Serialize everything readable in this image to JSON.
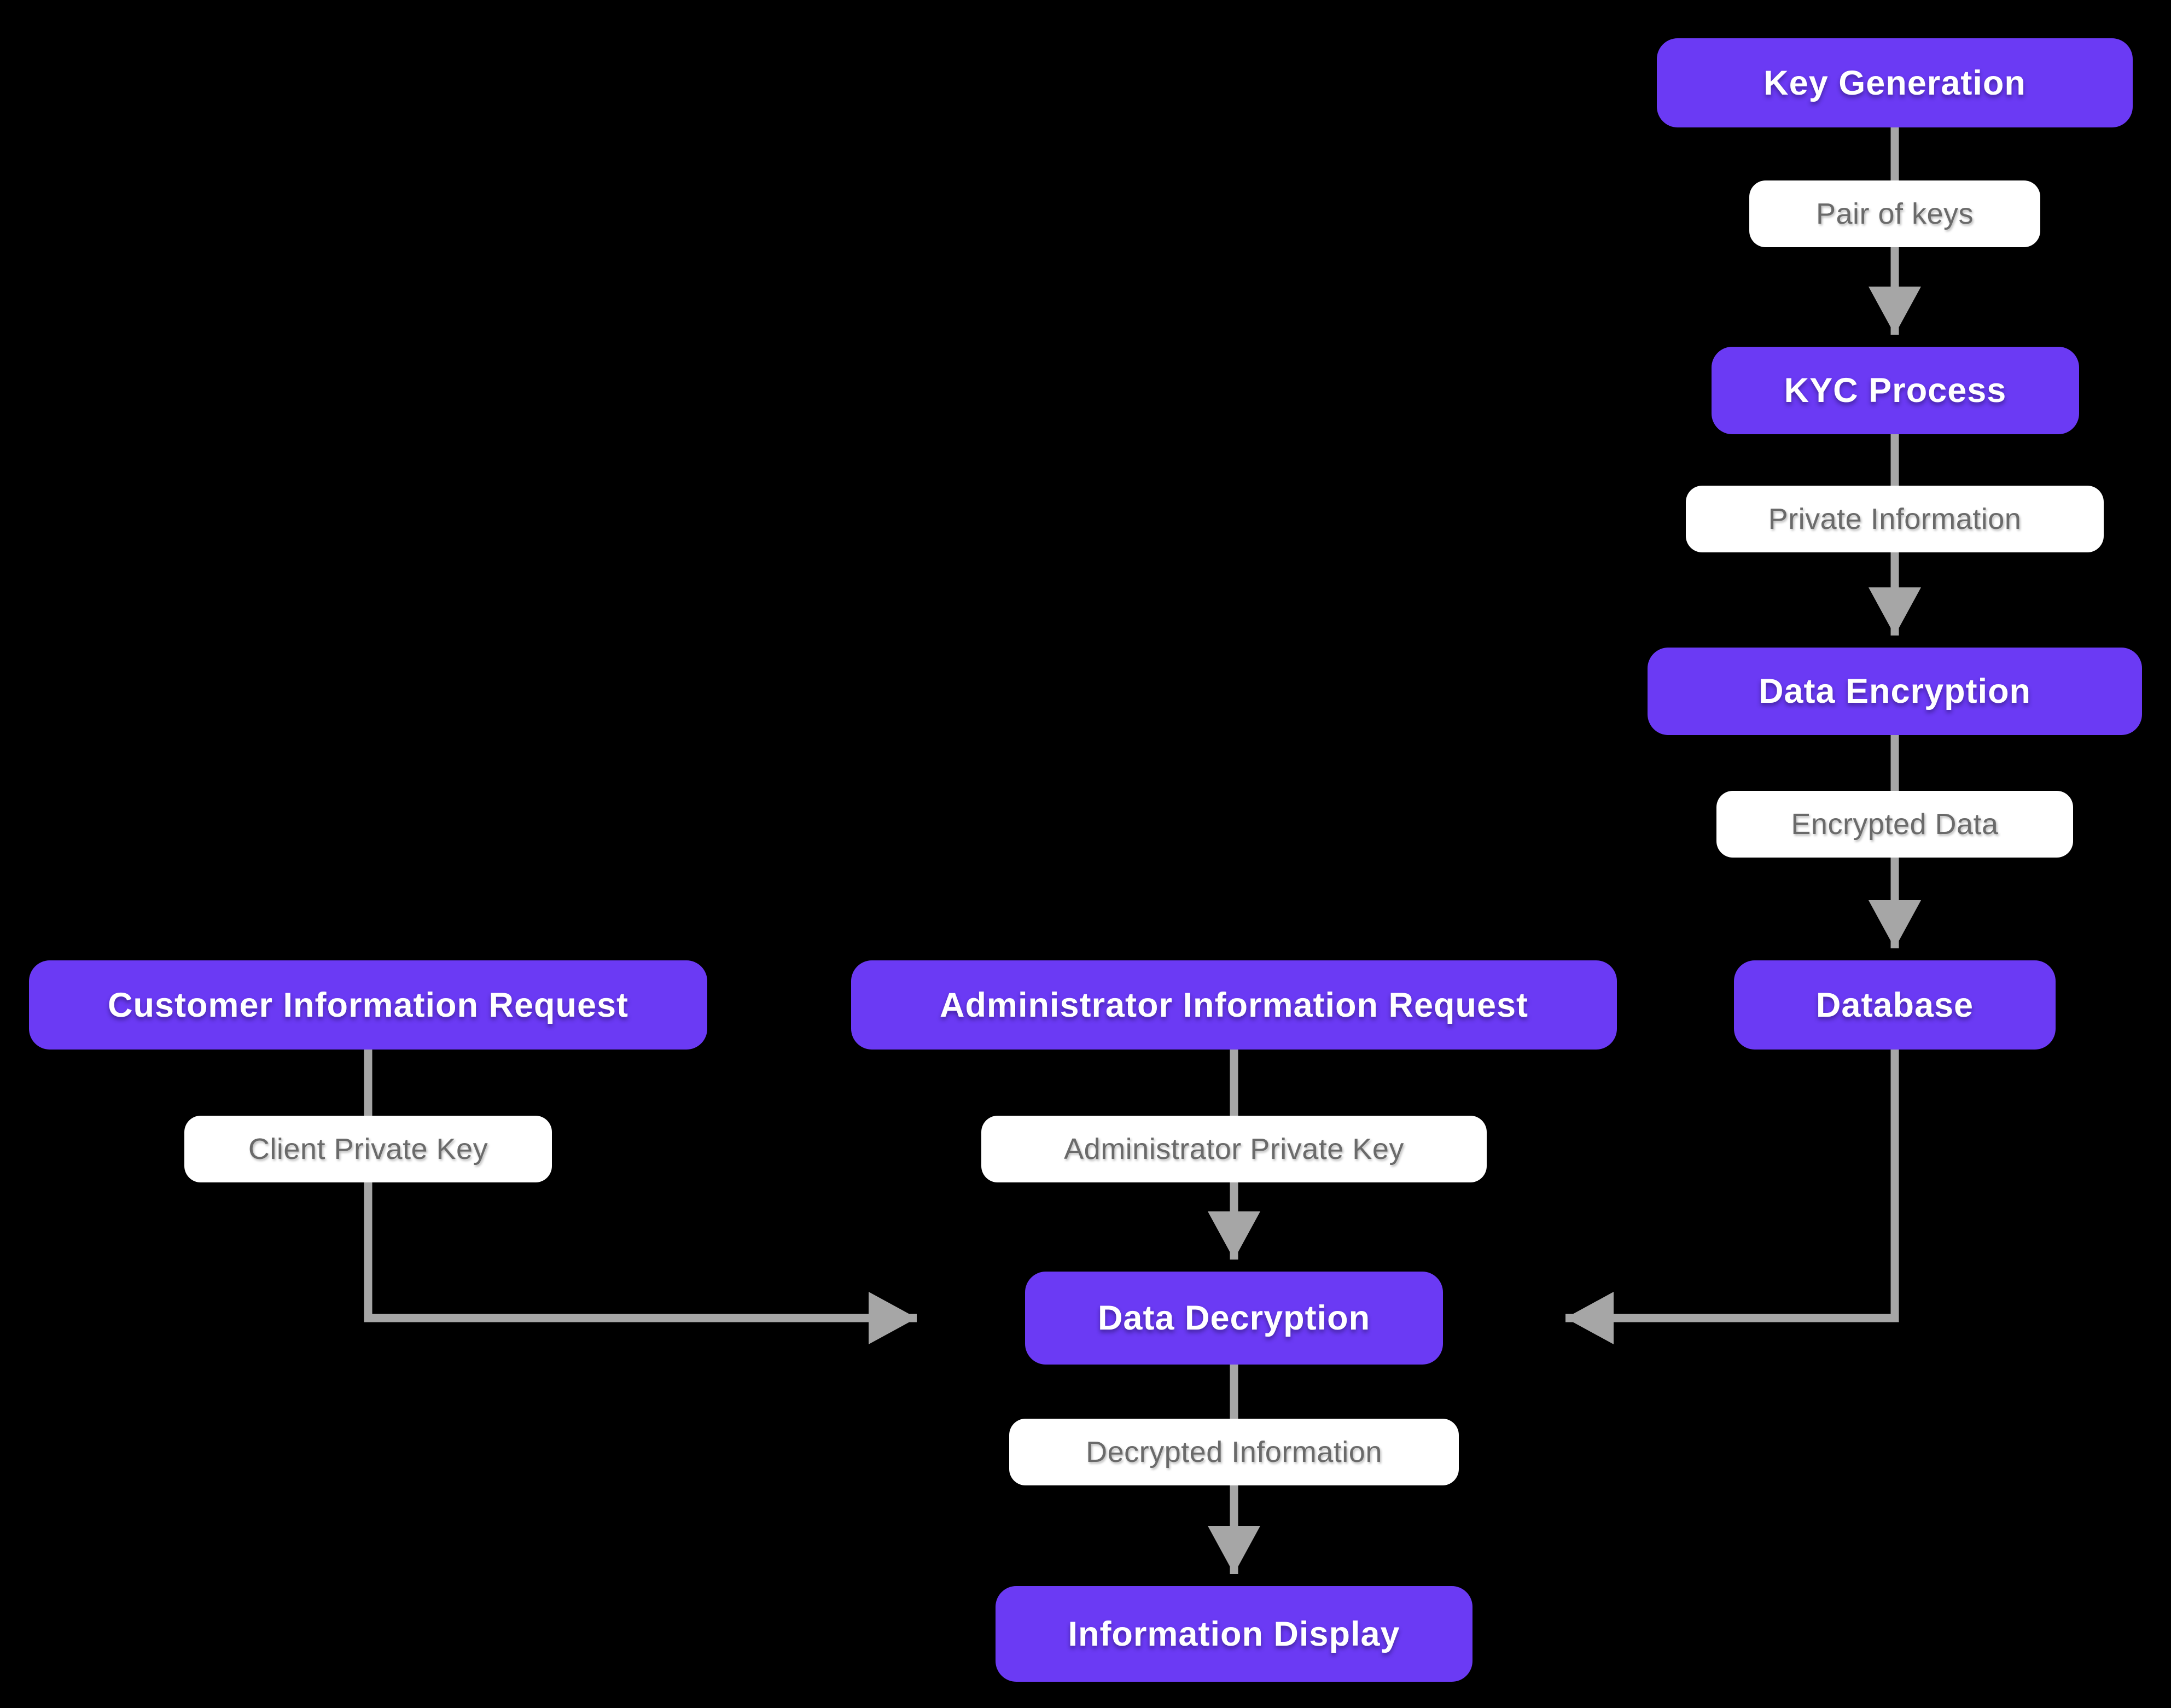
{
  "colors": {
    "background": "#000000",
    "process_fill": "#6B3AF4",
    "process_text": "#FFFFFF",
    "label_fill": "#FFFFFF",
    "label_text": "#6A6A6A",
    "arrow": "#A6A6A6"
  },
  "nodes": [
    {
      "id": "key-generation",
      "type": "process",
      "label": "Key Generation"
    },
    {
      "id": "pair-of-keys",
      "type": "label",
      "label": "Pair of keys"
    },
    {
      "id": "kyc-process",
      "type": "process",
      "label": "KYC Process"
    },
    {
      "id": "private-information",
      "type": "label",
      "label": "Private Information"
    },
    {
      "id": "data-encryption",
      "type": "process",
      "label": "Data Encryption"
    },
    {
      "id": "encrypted-data",
      "type": "label",
      "label": "Encrypted Data"
    },
    {
      "id": "database",
      "type": "process",
      "label": "Database"
    },
    {
      "id": "customer-information-request",
      "type": "process",
      "label": "Customer Information Request"
    },
    {
      "id": "client-private-key",
      "type": "label",
      "label": "Client Private Key"
    },
    {
      "id": "administrator-information-request",
      "type": "process",
      "label": "Administrator Information Request"
    },
    {
      "id": "administrator-private-key",
      "type": "label",
      "label": "Administrator Private Key"
    },
    {
      "id": "data-decryption",
      "type": "process",
      "label": "Data Decryption"
    },
    {
      "id": "decrypted-information",
      "type": "label",
      "label": "Decrypted Information"
    },
    {
      "id": "information-display",
      "type": "process",
      "label": "Information Display"
    }
  ],
  "edges": [
    {
      "from": "key-generation",
      "to": "kyc-process",
      "through": "pair-of-keys"
    },
    {
      "from": "kyc-process",
      "to": "data-encryption",
      "through": "private-information"
    },
    {
      "from": "data-encryption",
      "to": "database",
      "through": "encrypted-data"
    },
    {
      "from": "database",
      "to": "data-decryption",
      "through": ""
    },
    {
      "from": "customer-information-request",
      "to": "data-decryption",
      "through": "client-private-key"
    },
    {
      "from": "administrator-information-request",
      "to": "data-decryption",
      "through": "administrator-private-key"
    },
    {
      "from": "data-decryption",
      "to": "information-display",
      "through": "decrypted-information"
    }
  ]
}
